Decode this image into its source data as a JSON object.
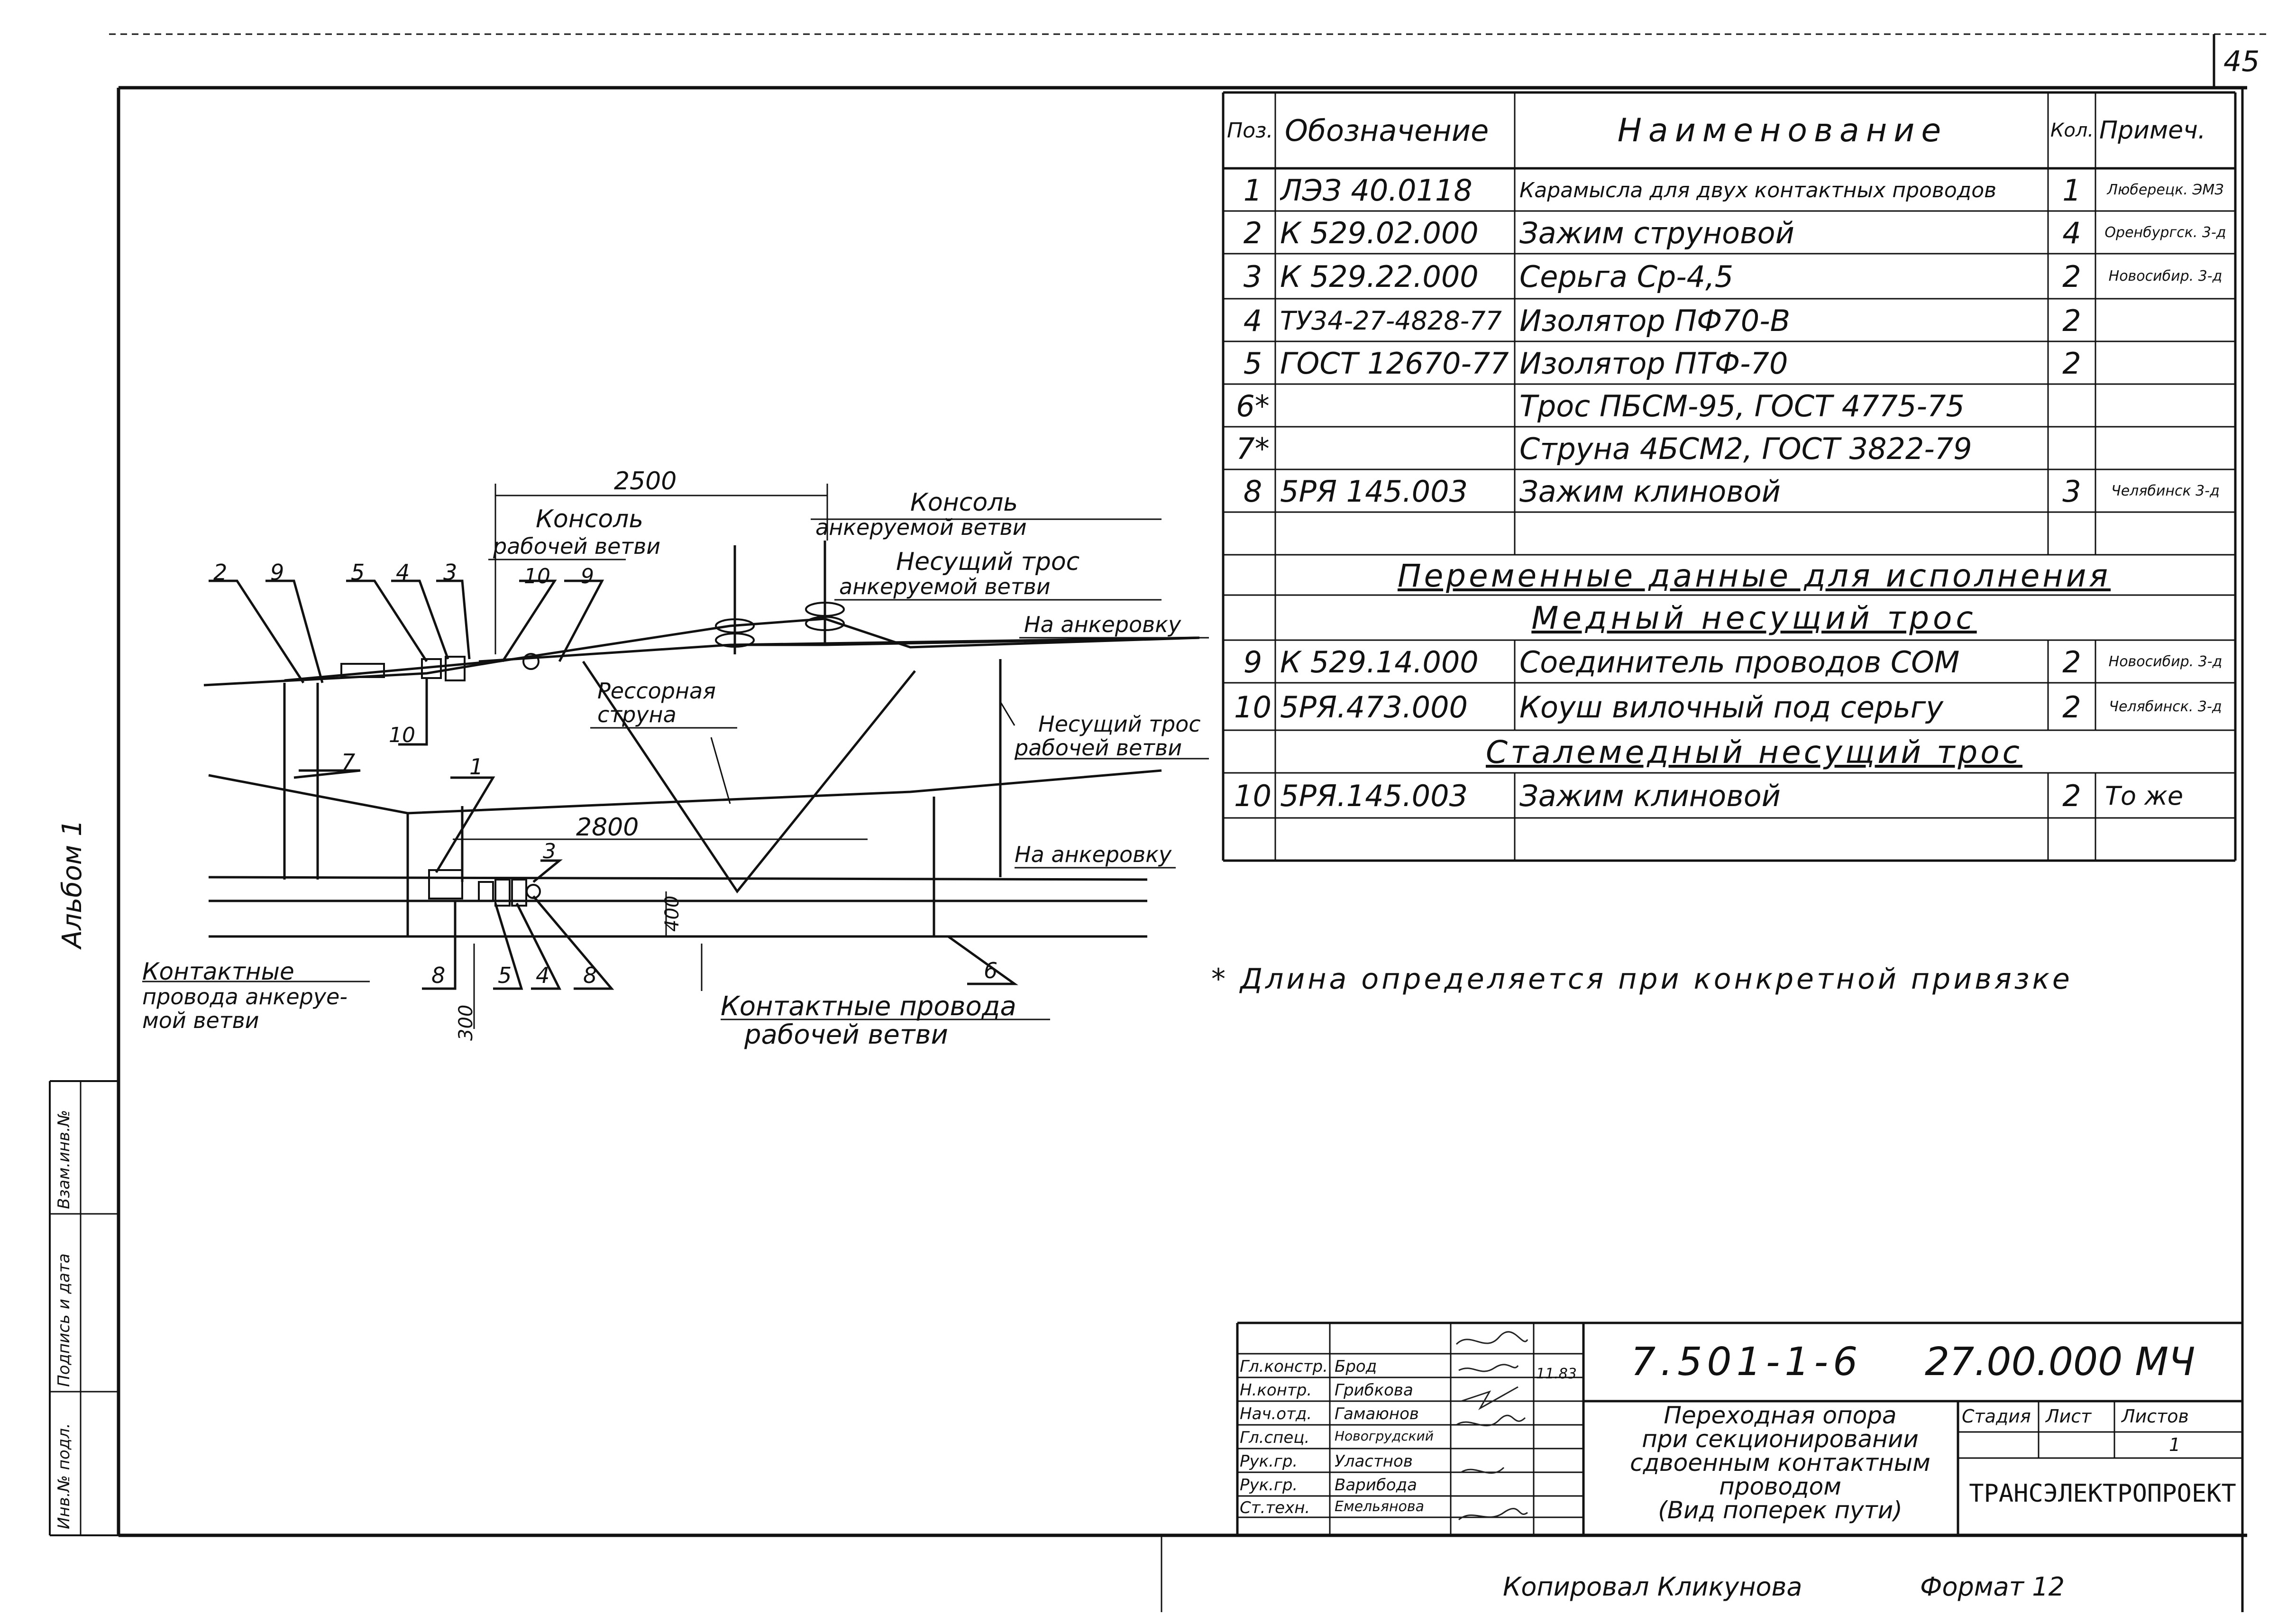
{
  "page_number": "45",
  "album_label": "Альбом 1",
  "side_labels": [
    "Инв.№ подл.",
    "Подпись и дата",
    "Взам.инв.№"
  ],
  "spec_table": {
    "headers": {
      "pos": "Поз.",
      "designation": "Обозначение",
      "name": "Наименование",
      "qty": "Кол.",
      "note": "Примеч."
    },
    "rows": [
      {
        "pos": "1",
        "designation": "ЛЭЗ 40.0118",
        "name": "Карамысла для двух контактных проводов",
        "qty": "1",
        "note": "Люберецк. ЭМЗ"
      },
      {
        "pos": "2",
        "designation": "К 529.02.000",
        "name": "Зажим струновой",
        "qty": "4",
        "note": "Оренбургск. 3-д"
      },
      {
        "pos": "3",
        "designation": "К 529.22.000",
        "name": "Серьга Ср-4,5",
        "qty": "2",
        "note": "Новосибир. 3-д"
      },
      {
        "pos": "4",
        "designation": "ТУ34-27-4828-77",
        "name": "Изолятор ПФ70-В",
        "qty": "2",
        "note": ""
      },
      {
        "pos": "5",
        "designation": "ГОСТ 12670-77",
        "name": "Изолятор ПТФ-70",
        "qty": "2",
        "note": ""
      },
      {
        "pos": "6*",
        "designation": "",
        "name": "Трос ПБСМ-95, ГОСТ 4775-75",
        "qty": "",
        "note": ""
      },
      {
        "pos": "7*",
        "designation": "",
        "name": "Струна 4БСМ2, ГОСТ 3822-79",
        "qty": "",
        "note": ""
      },
      {
        "pos": "8",
        "designation": "5РЯ 145.003",
        "name": "Зажим клиновой",
        "qty": "3",
        "note": "Челябинск 3-д"
      }
    ],
    "section_variable": "Переменные данные для исполнения",
    "section_copper": "Медный несущий трос",
    "rows_copper": [
      {
        "pos": "9",
        "designation": "К 529.14.000",
        "name": "Соединитель проводов СОМ",
        "qty": "2",
        "note": "Новосибир. 3-д"
      },
      {
        "pos": "10",
        "designation": "5РЯ.473.000",
        "name": "Коуш вилочный под серьгу",
        "qty": "2",
        "note": "Челябинск. 3-д"
      }
    ],
    "section_steel": "Сталемедный несущий трос",
    "rows_steel": [
      {
        "pos": "10",
        "designation": "5РЯ.145.003",
        "name": "Зажим клиновой",
        "qty": "2",
        "note": "То же"
      }
    ]
  },
  "footnote": "* Длина определяется при конкретной привязке",
  "drawing_labels": {
    "dim_2500": "2500",
    "dim_2800": "2800",
    "dim_400": "400",
    "dim_300": "300",
    "console_work": [
      "Консоль",
      "рабочей ветви"
    ],
    "console_anchor": [
      "Консоль",
      "анкеруемой ветви"
    ],
    "carrier_anchor": [
      "Несущий трос",
      "анкеруемой ветви"
    ],
    "to_anchor_top": "На анкеровку",
    "spring_string": [
      "Рессорная",
      "струна"
    ],
    "carrier_work": [
      "Несущий трос",
      "рабочей ветви"
    ],
    "to_anchor_bottom": "На анкеровку",
    "contact_anchor": [
      "Контактные",
      "провода анкеруе-",
      "мой ветви"
    ],
    "contact_work": [
      "Контактные провода",
      "рабочей ветви"
    ],
    "callouts_top": [
      "2",
      "9",
      "5",
      "4",
      "3",
      "10",
      "9"
    ],
    "callout_10_low": "10",
    "callout_7": "7",
    "callout_1": "1",
    "callout_3_low": "3",
    "callouts_bottom": [
      "8",
      "5",
      "4",
      "8"
    ],
    "callout_6": "6"
  },
  "title_block": {
    "doc_code": "7.501-1-6",
    "sheet_code": "27.00.000 МЧ",
    "title": [
      "Переходная опора",
      "при секционировании",
      "сдвоенным контактным",
      "проводом",
      "(Вид поперек пути)"
    ],
    "stage_label": "Стадия",
    "sheet_label": "Лист",
    "sheets_label": "Листов",
    "sheets_value": "1",
    "organization": "ТРАНСЭЛЕКТРОПРОЕКТ",
    "date": "11.83",
    "people": [
      {
        "role": "Гл.констр.",
        "name": "Брод"
      },
      {
        "role": "Н.контр.",
        "name": "Грибкова"
      },
      {
        "role": "Нач.отд.",
        "name": "Гамаюнов"
      },
      {
        "role": "Гл.спец.",
        "name": "Новогрудский"
      },
      {
        "role": "Рук.гр.",
        "name": "Уластнов"
      },
      {
        "role": "Рук.гр.",
        "name": "Варибода"
      },
      {
        "role": "Ст.техн.",
        "name": "Емельянова"
      }
    ]
  },
  "bottom_copied": "Копировал Кликунова",
  "bottom_format": "Формат 12"
}
